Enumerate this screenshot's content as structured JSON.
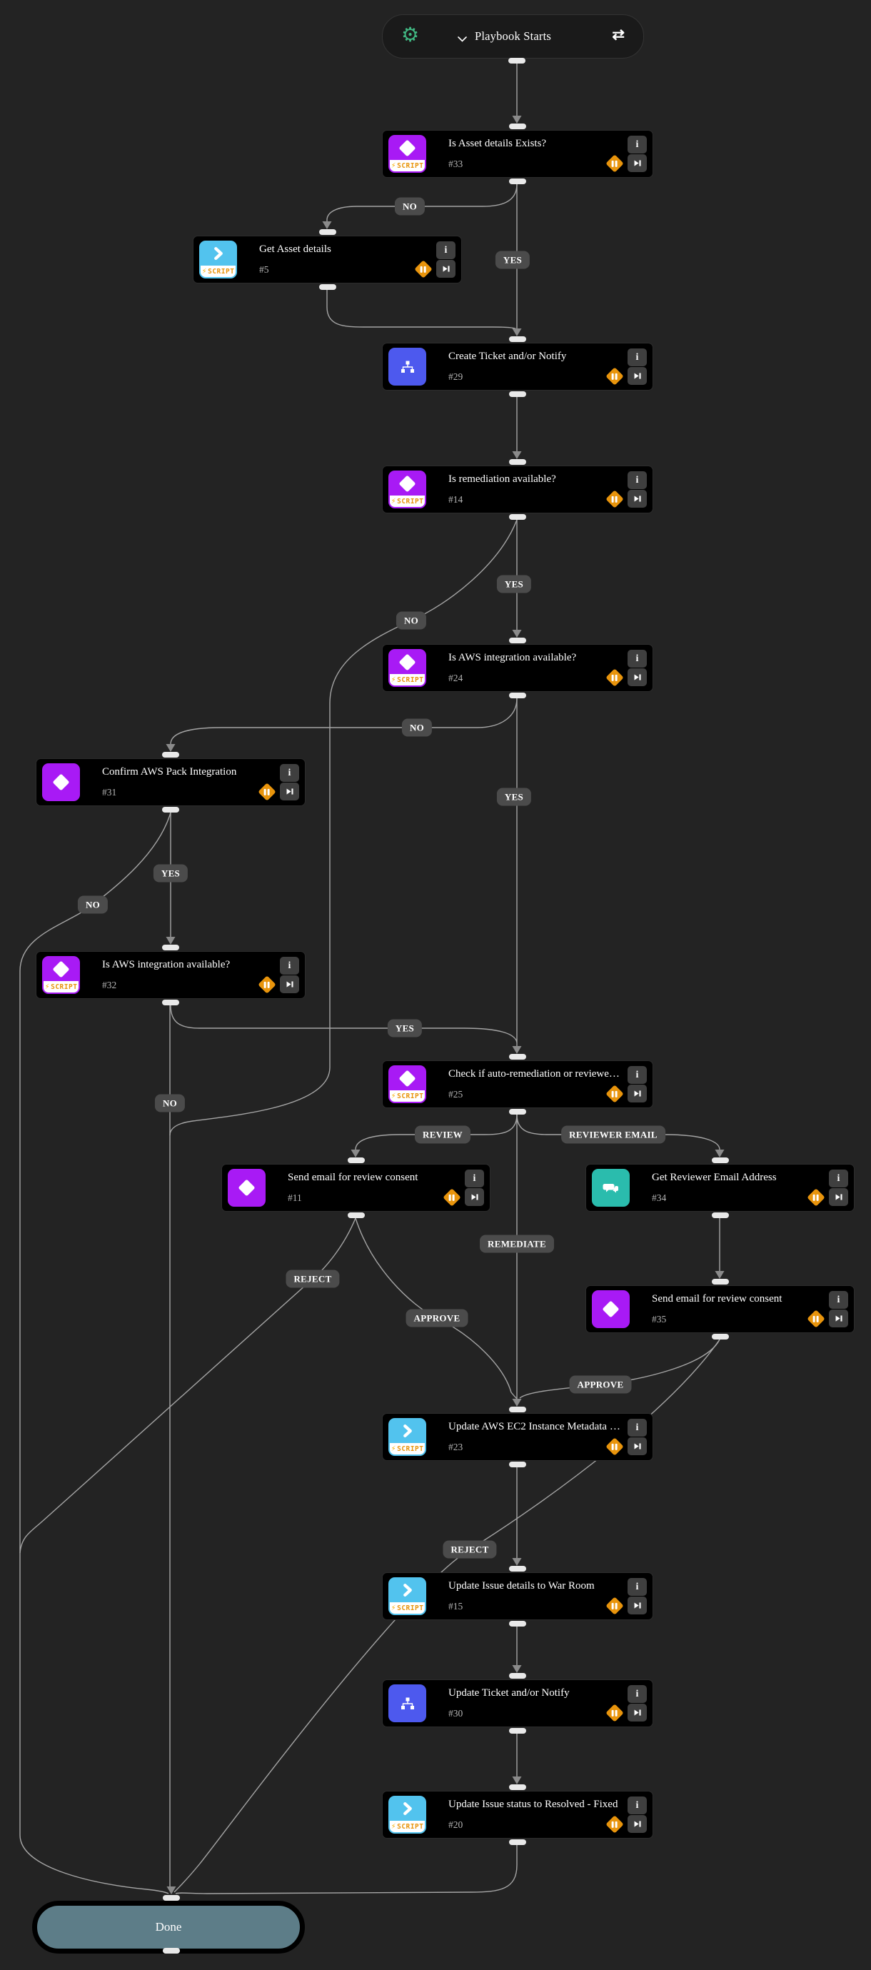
{
  "app": {
    "background": "#232323"
  },
  "start_node": {
    "label": "Playbook Starts"
  },
  "terminal_node": {
    "label": "Done"
  },
  "node_buttons": {
    "info": "i"
  },
  "script_badge": {
    "bolt": "⚡",
    "text": "SCRIPT"
  },
  "nodes": [
    {
      "id": "33",
      "title": "Is Asset details Exists?",
      "number": "#33",
      "icon": "purple-script"
    },
    {
      "id": "5",
      "title": "Get Asset details",
      "number": "#5",
      "icon": "blue-script"
    },
    {
      "id": "29",
      "title": "Create Ticket and/or Notify",
      "number": "#29",
      "icon": "indigo"
    },
    {
      "id": "14",
      "title": "Is remediation available?",
      "number": "#14",
      "icon": "purple-script"
    },
    {
      "id": "24",
      "title": "Is AWS integration available?",
      "number": "#24",
      "icon": "purple-script"
    },
    {
      "id": "31",
      "title": "Confirm AWS Pack Integration",
      "number": "#31",
      "icon": "purple"
    },
    {
      "id": "32",
      "title": "Is AWS integration available?",
      "number": "#32",
      "icon": "purple-script"
    },
    {
      "id": "25",
      "title": "Check if auto-remediation or reviewe…",
      "number": "#25",
      "icon": "purple-script"
    },
    {
      "id": "11",
      "title": "Send email for review consent",
      "number": "#11",
      "icon": "purple"
    },
    {
      "id": "34",
      "title": "Get Reviewer Email Address",
      "number": "#34",
      "icon": "teal"
    },
    {
      "id": "35",
      "title": "Send email for review consent",
      "number": "#35",
      "icon": "purple"
    },
    {
      "id": "23",
      "title": "Update AWS EC2 Instance Metadata …",
      "number": "#23",
      "icon": "blue-script"
    },
    {
      "id": "15",
      "title": "Update Issue details to War Room",
      "number": "#15",
      "icon": "blue-script"
    },
    {
      "id": "30",
      "title": "Update Ticket and/or Notify",
      "number": "#30",
      "icon": "indigo"
    },
    {
      "id": "20",
      "title": "Update Issue status to Resolved - Fixed",
      "number": "#20",
      "icon": "blue-script"
    }
  ],
  "edge_labels": [
    {
      "id": "no-1",
      "text": "NO"
    },
    {
      "id": "yes-1",
      "text": "YES"
    },
    {
      "id": "yes-2",
      "text": "YES"
    },
    {
      "id": "no-2",
      "text": "NO"
    },
    {
      "id": "no-3",
      "text": "NO"
    },
    {
      "id": "yes-3",
      "text": "YES"
    },
    {
      "id": "yes-4",
      "text": "YES"
    },
    {
      "id": "no-4",
      "text": "NO"
    },
    {
      "id": "yes-5",
      "text": "YES"
    },
    {
      "id": "no-5",
      "text": "NO"
    },
    {
      "id": "review",
      "text": "REVIEW"
    },
    {
      "id": "reviewer-email",
      "text": "REVIEWER EMAIL"
    },
    {
      "id": "remediate",
      "text": "REMEDIATE"
    },
    {
      "id": "reject-1",
      "text": "REJECT"
    },
    {
      "id": "approve-1",
      "text": "APPROVE"
    },
    {
      "id": "approve-2",
      "text": "APPROVE"
    },
    {
      "id": "reject-2",
      "text": "REJECT"
    }
  ],
  "colors": {
    "canvas": "#232323",
    "node_bg": "#000000",
    "script_purple": "#a81af5",
    "script_blue": "#52c3ee",
    "subplaybook_indigo": "#4d59ee",
    "datacollection_teal": "#2abcad",
    "script_orange": "#e8940c",
    "edge_grey": "#a5a5a5",
    "label_badge_bg": "#4b4b4b",
    "done_fill": "#5d7d88"
  }
}
